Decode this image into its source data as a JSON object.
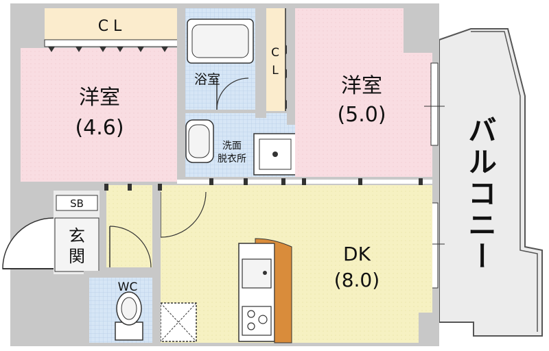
{
  "plan": {
    "rooms": {
      "western_left": {
        "name": "洋室",
        "size": "(4.6)"
      },
      "western_right": {
        "name": "洋室",
        "size": "(5.0)"
      },
      "dk": {
        "name": "DK",
        "size": "(8.0)"
      },
      "bath": {
        "name": "浴室"
      },
      "washroom": {
        "line1": "洗面",
        "line2": "脱衣所"
      },
      "wc": {
        "name": "WC"
      },
      "entrance": {
        "line1": "玄",
        "line2": "関"
      },
      "shoe_box": {
        "name": "SB"
      },
      "closet_top": {
        "name": "C L"
      },
      "closet_side": {
        "line1": "C",
        "line2": "L"
      },
      "balcony": {
        "name": "バルコニー"
      }
    },
    "colors": {
      "wall": "#c8c8c8",
      "western": "#f9dde2",
      "dk": "#f6f1c2",
      "wet": "#d9e8f6",
      "closet": "#fbeccd",
      "balcony": "#ececec",
      "entrance": "#ededed"
    }
  }
}
